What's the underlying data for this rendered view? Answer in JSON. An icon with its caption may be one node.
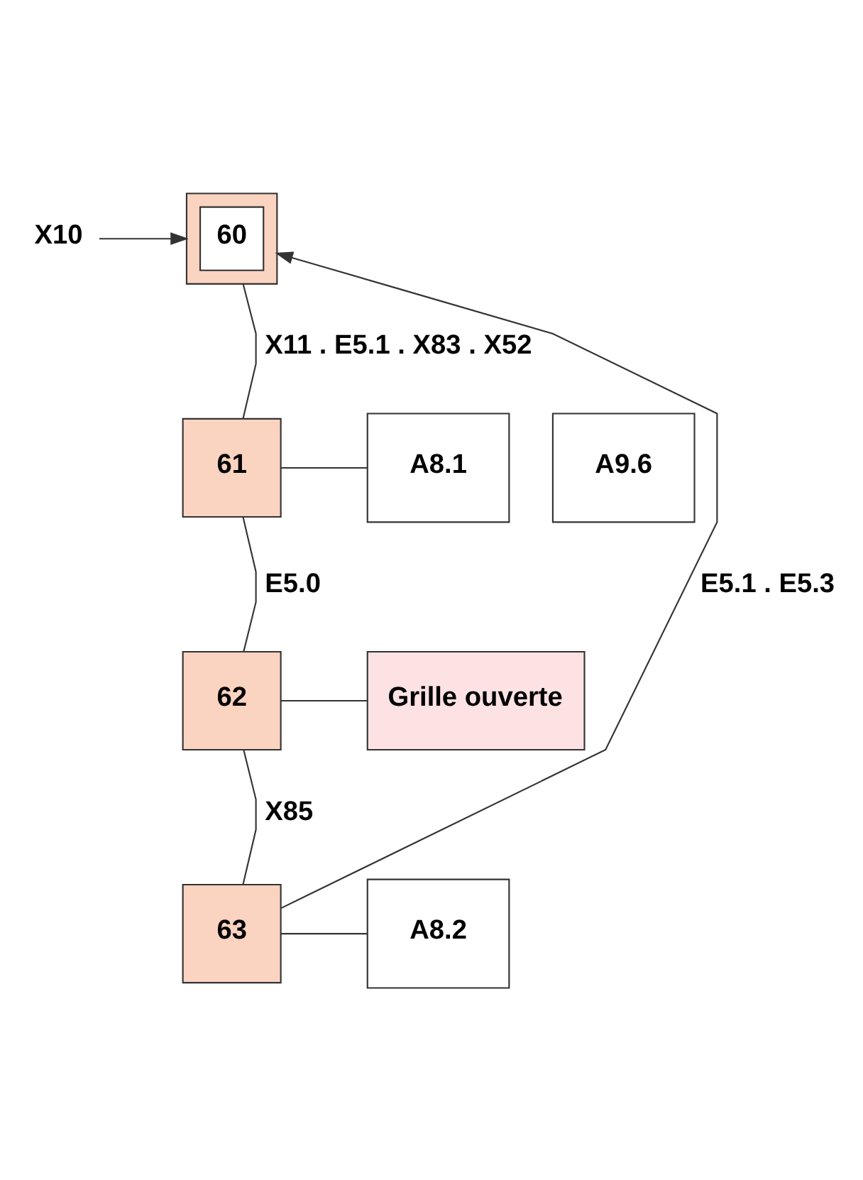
{
  "diagram": {
    "nodes": [
      {
        "text": [
          "X10"
        ]
      },
      {
        "text": [
          "60"
        ]
      },
      {
        "text": [
          "61"
        ]
      },
      {
        "text": [
          "A8.1"
        ]
      },
      {
        "text": [
          "A9.6"
        ]
      },
      {
        "text": [
          "62"
        ]
      },
      {
        "text": [
          "Grille ouverte"
        ]
      },
      {
        "text": [
          "63"
        ]
      },
      {
        "text": [
          "A8.2"
        ]
      }
    ],
    "edges": [
      {
        "from": 0,
        "to": 1,
        "arrow": "to"
      },
      {
        "from": 1,
        "to": 2,
        "arrow": "none",
        "label": "X11 . E5.1 . X83 . X52"
      },
      {
        "from": 2,
        "to": 3,
        "arrow": "none"
      },
      {
        "from": 2,
        "to": 5,
        "arrow": "none",
        "label": "E5.0"
      },
      {
        "from": 5,
        "to": 6,
        "arrow": "none"
      },
      {
        "from": 5,
        "to": 7,
        "arrow": "none",
        "label": "X85"
      },
      {
        "from": 7,
        "to": 8,
        "arrow": "none"
      },
      {
        "from": 7,
        "to": 1,
        "arrow": "to",
        "label": "E5.1 . E5.3"
      }
    ]
  }
}
